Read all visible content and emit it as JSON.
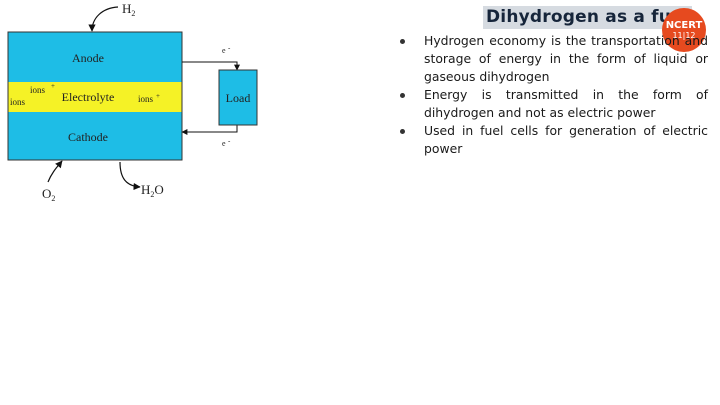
{
  "slide": {
    "title": "Dihydrogen as a fuel",
    "badge": {
      "line1": "NCERT",
      "line2": "11|12"
    },
    "bullets": [
      "Hydrogen economy is the transportation and storage of energy in the form of liquid or gaseous dihydrogen",
      "Energy is transmitted in the form of dihydrogen and not as electric power",
      "Used in fuel cells for generation of electric power"
    ]
  },
  "diagram": {
    "input_top": "H",
    "input_top_sub": "2",
    "anode": "Anode",
    "electrolyte": "Electrolyte",
    "cathode": "Cathode",
    "ions_left_top": "ions",
    "ions_left_bottom": "ions",
    "ions_right": "ions",
    "load": "Load",
    "electron_top": "e",
    "electron_bottom": "e",
    "input_bottom": "O",
    "input_bottom_sub": "2",
    "output_left": "H",
    "output_sub": "2",
    "output_right": "O",
    "colors": {
      "anode": "#1ebde6",
      "electrolyte": "#f5f226",
      "cathode": "#1ebde6",
      "load": "#1ebde6"
    }
  }
}
